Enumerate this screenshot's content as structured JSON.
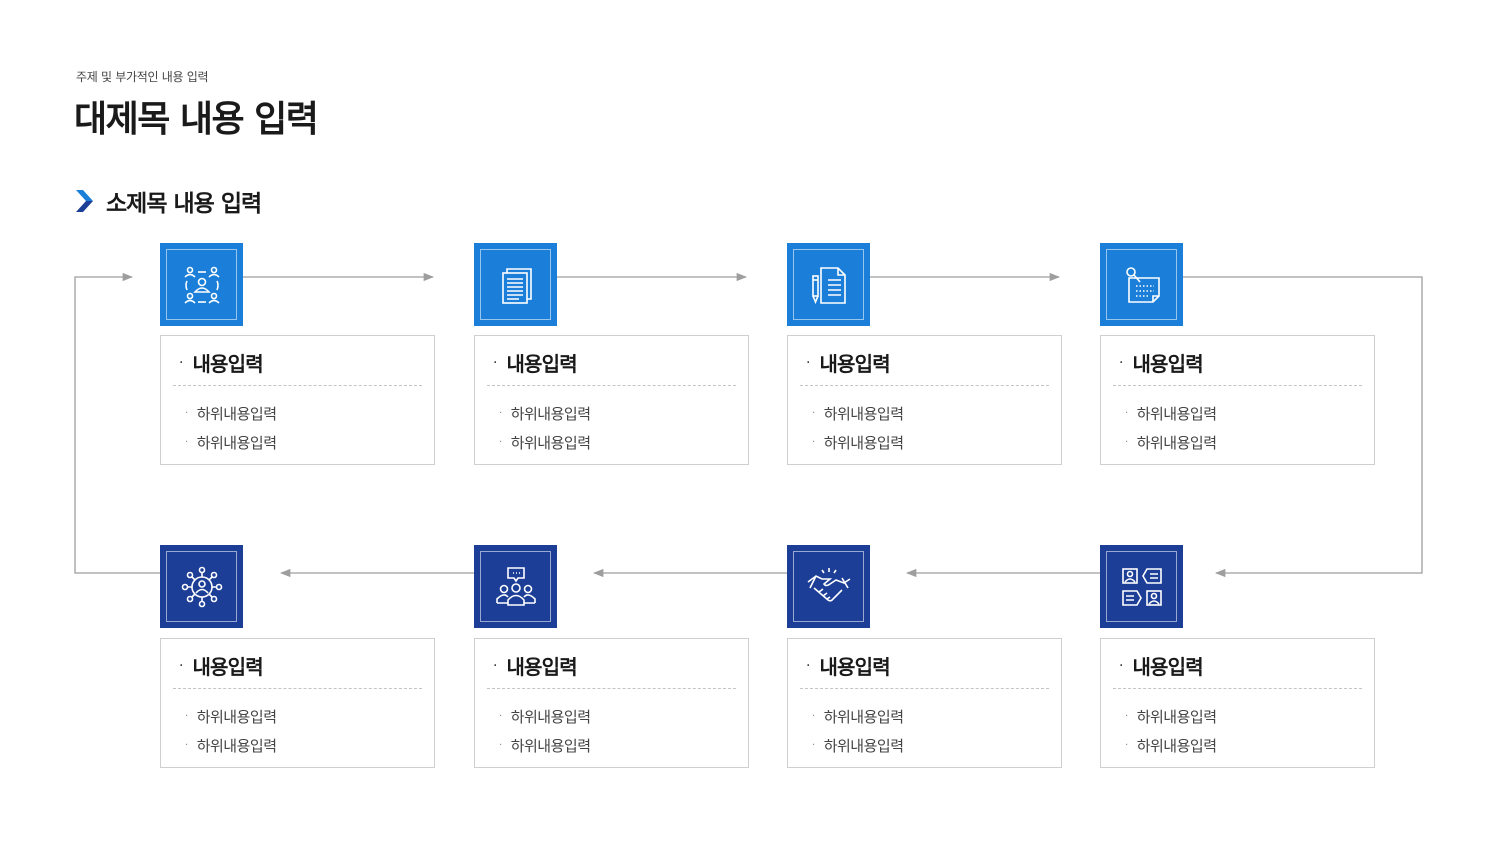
{
  "header": {
    "subtitle": "주제 및 부가적인 내용 입력",
    "title": "대제목 내용 입력"
  },
  "section": {
    "label": "소제목 내용 입력",
    "chevron_colors": [
      "#1c3e96",
      "#1b7fd9"
    ]
  },
  "colors": {
    "icon_light": "#1b7fd9",
    "icon_dark": "#1c3e96",
    "arrow": "#9e9e9e",
    "card_border": "#cfcfcf"
  },
  "steps": [
    {
      "icon": "people-network-icon",
      "title": "내용입력",
      "items": [
        "하위내용입력",
        "하위내용입력"
      ]
    },
    {
      "icon": "document-stack-icon",
      "title": "내용입력",
      "items": [
        "하위내용입력",
        "하위내용입력"
      ]
    },
    {
      "icon": "document-pen-icon",
      "title": "내용입력",
      "items": [
        "하위내용입력",
        "하위내용입력"
      ]
    },
    {
      "icon": "notepad-pin-icon",
      "title": "내용입력",
      "items": [
        "하위내용입력",
        "하위내용입력"
      ]
    },
    {
      "icon": "people-hub-icon",
      "title": "내용입력",
      "items": [
        "하위내용입력",
        "하위내용입력"
      ]
    },
    {
      "icon": "team-chat-icon",
      "title": "내용입력",
      "items": [
        "하위내용입력",
        "하위내용입력"
      ]
    },
    {
      "icon": "handshake-icon",
      "title": "내용입력",
      "items": [
        "하위내용입력",
        "하위내용입력"
      ]
    },
    {
      "icon": "profile-exchange-icon",
      "title": "내용입력",
      "items": [
        "하위내용입력",
        "하위내용입력"
      ]
    }
  ]
}
